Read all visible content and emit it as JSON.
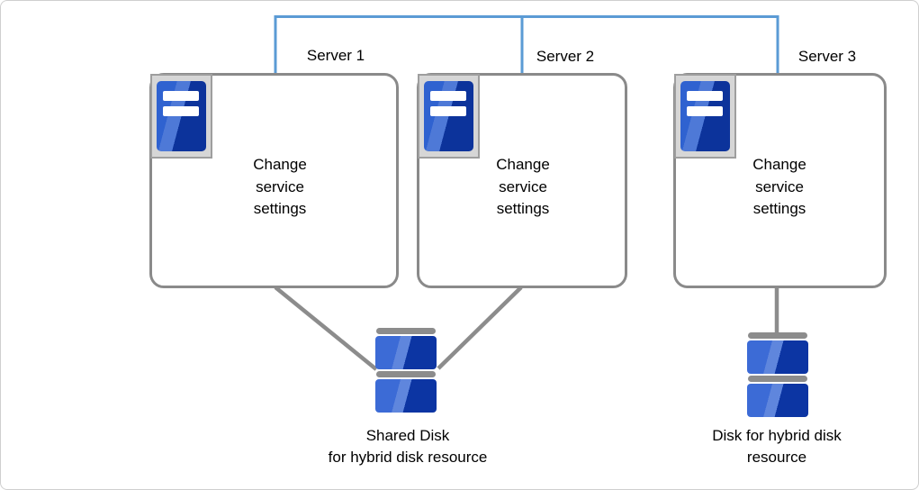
{
  "diagram": {
    "servers": [
      {
        "label": "Server 1",
        "body": "Change\nservice\nsettings"
      },
      {
        "label": "Server 2",
        "body": "Change\nservice\nsettings"
      },
      {
        "label": "Server 3",
        "body": "Change\nservice\nsettings"
      }
    ],
    "disks": [
      {
        "label": "Shared Disk\nfor hybrid disk resource"
      },
      {
        "label": "Disk for hybrid disk\nresource"
      }
    ],
    "icons": {
      "server": "server-icon",
      "disk": "disk-stack-icon"
    },
    "colors": {
      "network_line": "#5b9bd5",
      "box_border": "#8a8a8a",
      "connector": "#8c8c8c",
      "icon_frame_fill": "#d6d6d6",
      "icon_frame_border": "#9e9e9e",
      "icon_blue_light": "#2f62d0",
      "icon_blue_dark": "#0c339b",
      "disk_blue_light": "#3c6bd6",
      "disk_blue_dark": "#0c35a3",
      "disk_bar": "#8c8c8c",
      "text": "#000000",
      "canvas_frame": "#cfcfcf"
    }
  }
}
